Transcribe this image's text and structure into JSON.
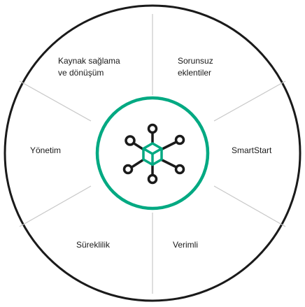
{
  "colors": {
    "outer_ring": "#1a1a1a",
    "divider": "#c8c8c8",
    "accent_ring": "#01a982",
    "icon_dark": "#1a1a1a",
    "background": "#ffffff"
  },
  "center_icon": "connected-cube-icon",
  "segments": [
    {
      "id": "provisioning",
      "lines": [
        "Kaynak sağlama",
        "ve dönüşüm"
      ]
    },
    {
      "id": "seamless-addons",
      "lines": [
        "Sorunsuz",
        "eklentiler"
      ]
    },
    {
      "id": "smartstart",
      "lines": [
        "SmartStart"
      ]
    },
    {
      "id": "efficient",
      "lines": [
        "Verimli"
      ]
    },
    {
      "id": "continuity",
      "lines": [
        "Süreklilik"
      ]
    },
    {
      "id": "management",
      "lines": [
        "Yönetim"
      ]
    }
  ]
}
